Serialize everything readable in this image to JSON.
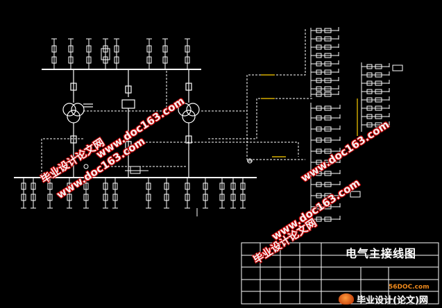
{
  "drawing": {
    "title": "电气主接线图"
  },
  "watermark": {
    "cn_text": "毕业设计论文网",
    "url_text": "www.doc163.com"
  },
  "footer": {
    "site_url": "56DOC.com",
    "logo_text": "毕业设计(论文)网"
  },
  "colors": {
    "background": "#000000",
    "line": "#ffffff",
    "accent_yellow": "#ffd000",
    "watermark_red": "#cc0000",
    "logo_orange": "#f08a1c"
  }
}
